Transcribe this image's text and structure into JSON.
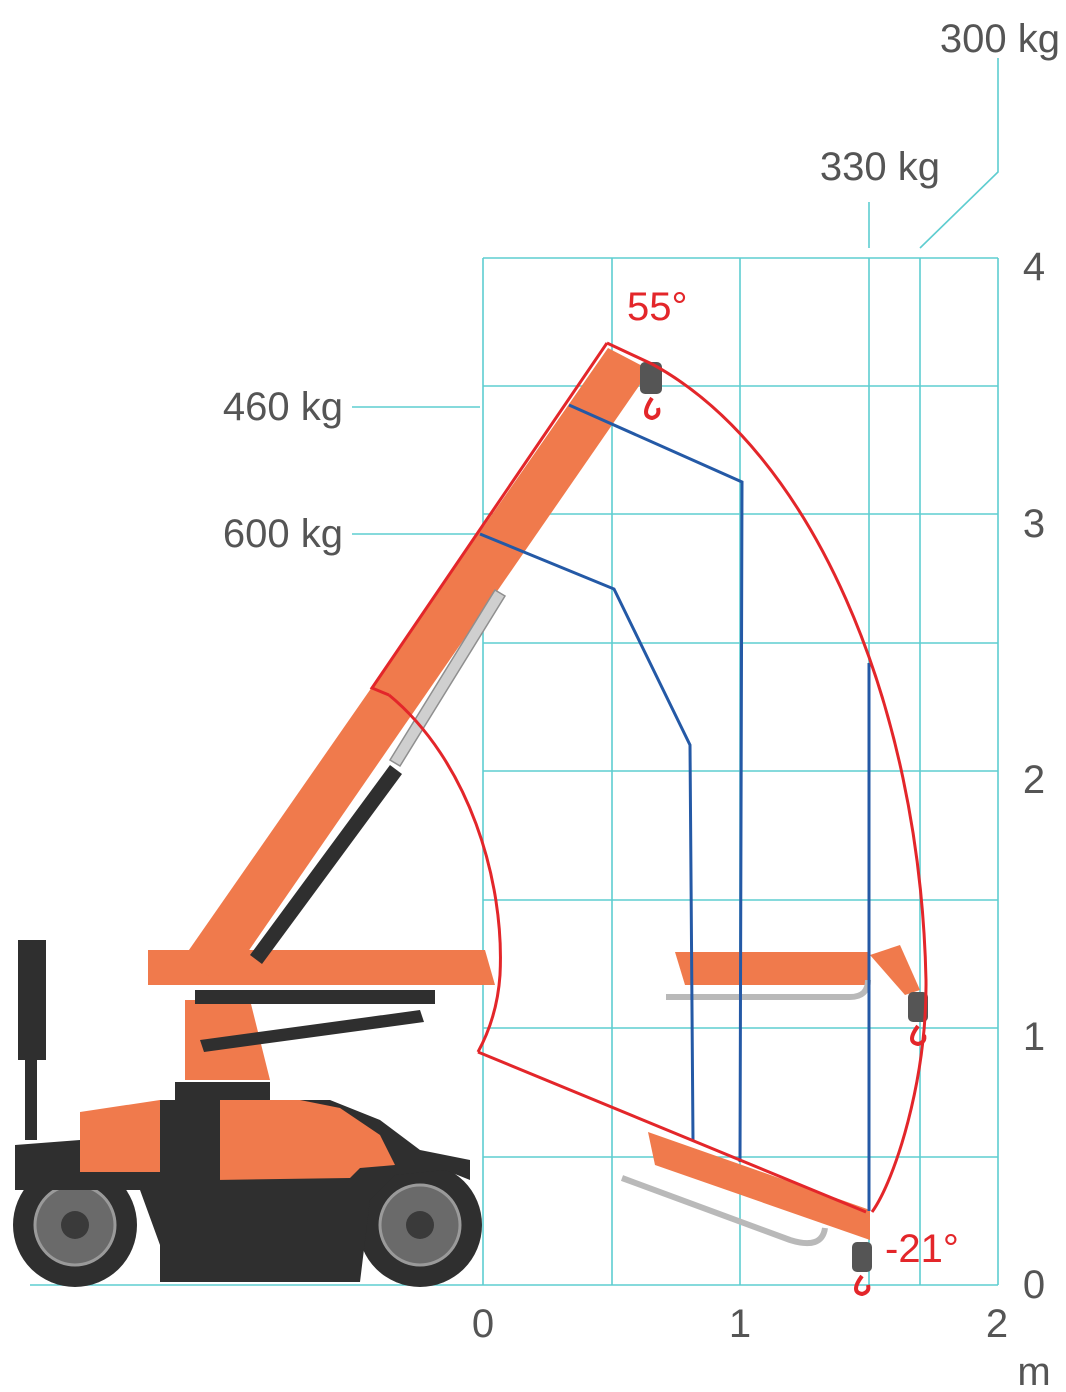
{
  "colors": {
    "grid": "#5ecdd0",
    "envelope": "#e3262a",
    "load_line": "#2459a6",
    "boom": "#f07a4c",
    "body_dark": "#2f2f2f",
    "text": "#555555"
  },
  "axes": {
    "x_ticks": [
      "0",
      "1",
      "2"
    ],
    "y_ticks": [
      "0",
      "1",
      "2",
      "3",
      "4"
    ],
    "unit": "m"
  },
  "loads": {
    "l300": "300 kg",
    "l330": "330 kg",
    "l460": "460 kg",
    "l600": "600 kg"
  },
  "angles": {
    "max": "55°",
    "min": "-21°"
  },
  "icons": [
    "crane-icon",
    "hook-icon"
  ]
}
